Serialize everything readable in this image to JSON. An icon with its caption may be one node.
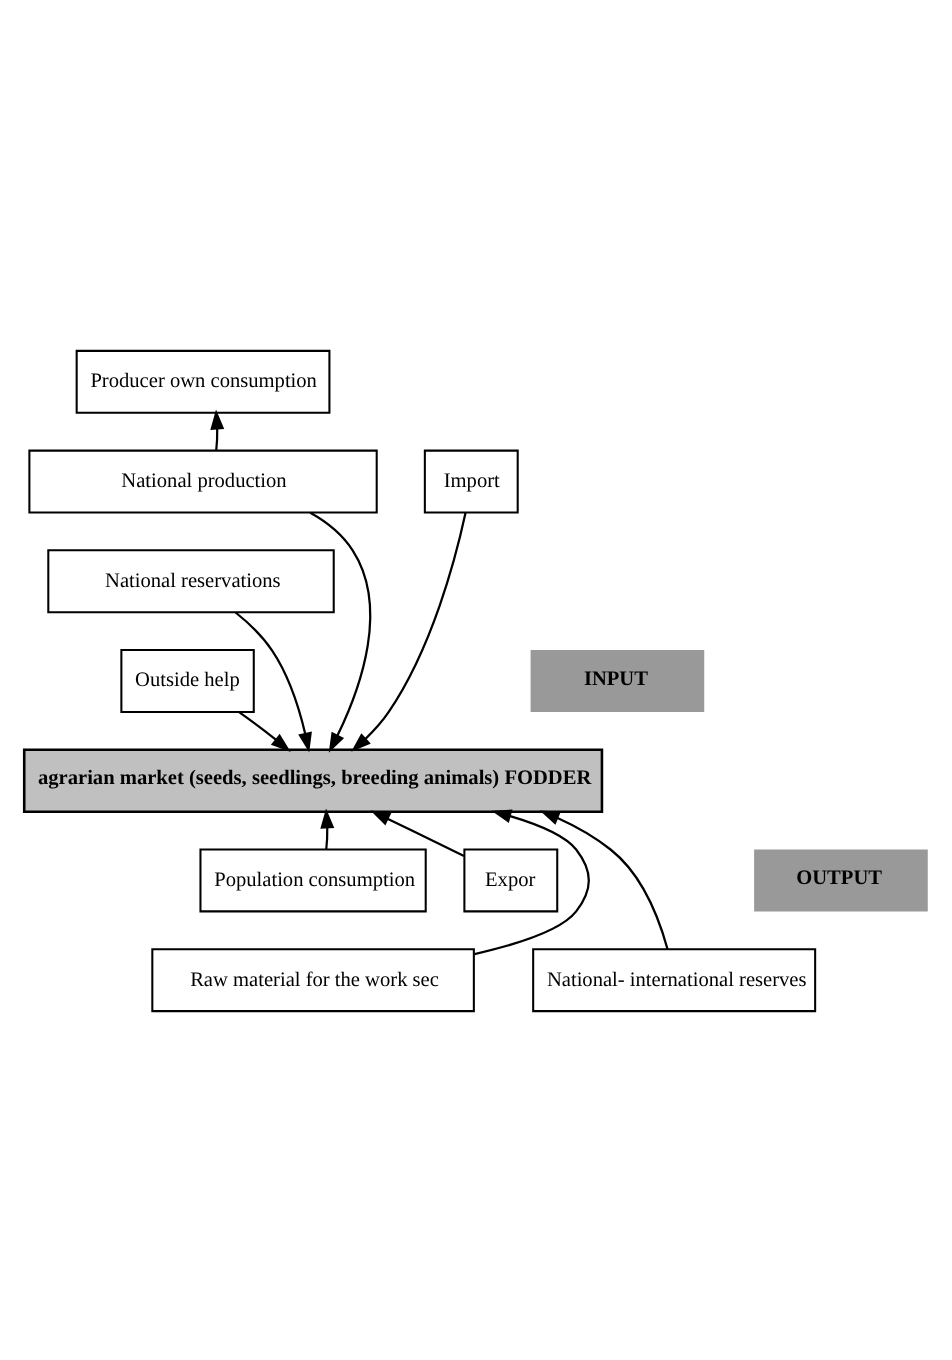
{
  "diagram": {
    "nodes": [
      {
        "text": [
          "Producer own consumption"
        ]
      },
      {
        "text": [
          "National production"
        ]
      },
      {
        "text": [
          "Import"
        ]
      },
      {
        "text": [
          "National reservations"
        ]
      },
      {
        "text": [
          "Outside help"
        ]
      },
      {
        "text": [
          "INPUT"
        ]
      },
      {
        "text": [
          "agrarian market (seeds, seedlings, breeding animals) FODDER"
        ]
      },
      {
        "text": [
          "Population consumption"
        ]
      },
      {
        "text": [
          "Expor"
        ]
      },
      {
        "text": [
          "OUTPUT"
        ]
      },
      {
        "text": [
          "Raw material for the work sec"
        ]
      },
      {
        "text": [
          "National- international reserves"
        ]
      }
    ],
    "edges": [
      {
        "from": 1,
        "to": 0,
        "arrow": "to"
      },
      {
        "from": 1,
        "to": 6,
        "arrow": "to"
      },
      {
        "from": 3,
        "to": 6,
        "arrow": "to"
      },
      {
        "from": 4,
        "to": 6,
        "arrow": "to"
      },
      {
        "from": 2,
        "to": 6,
        "arrow": "to"
      },
      {
        "from": 7,
        "to": 6,
        "arrow": "to"
      },
      {
        "from": 8,
        "to": 6,
        "arrow": "to"
      },
      {
        "from": 10,
        "to": 6,
        "arrow": "to"
      },
      {
        "from": 11,
        "to": 6,
        "arrow": "to"
      }
    ]
  }
}
